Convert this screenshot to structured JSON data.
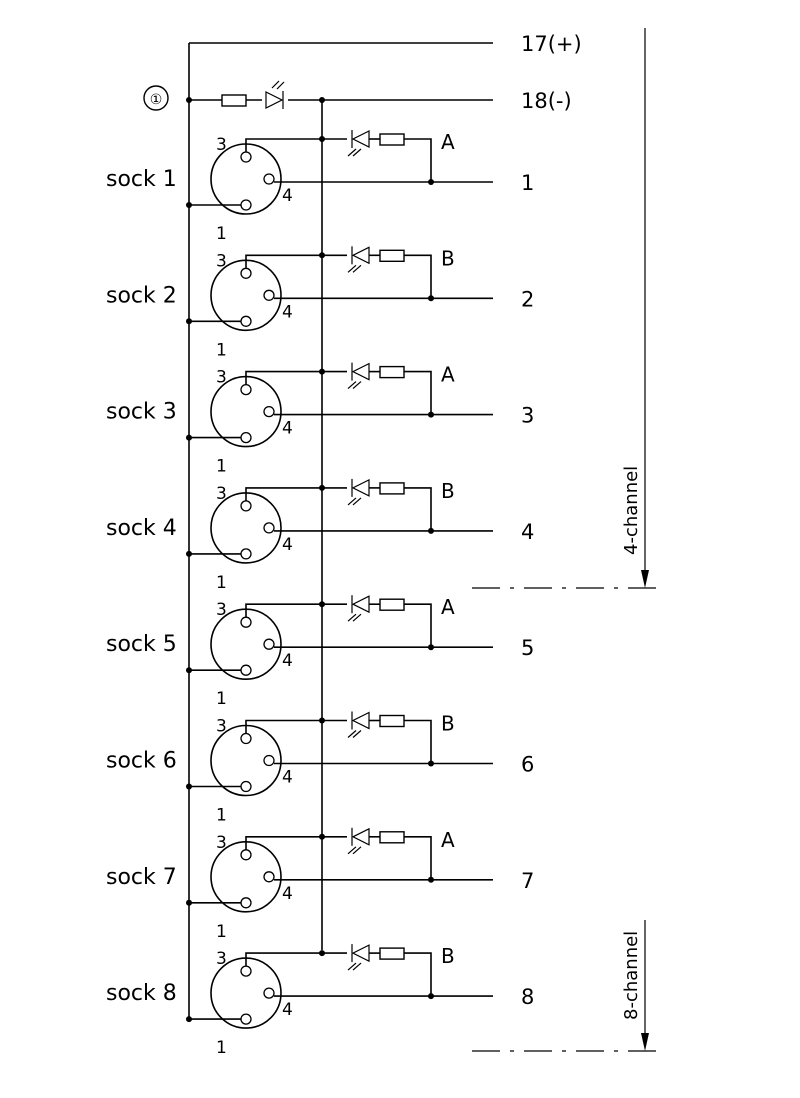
{
  "top_terminals": [
    {
      "label": "17(+)"
    },
    {
      "label": "18(-)"
    }
  ],
  "indicator_marker": "①",
  "sockets": [
    {
      "name": "sock 1",
      "pin_top": "3",
      "pin_right": "4",
      "pin_bottom": "1",
      "group": "A",
      "terminal": "1"
    },
    {
      "name": "sock 2",
      "pin_top": "3",
      "pin_right": "4",
      "pin_bottom": "1",
      "group": "B",
      "terminal": "2"
    },
    {
      "name": "sock 3",
      "pin_top": "3",
      "pin_right": "4",
      "pin_bottom": "1",
      "group": "A",
      "terminal": "3"
    },
    {
      "name": "sock 4",
      "pin_top": "3",
      "pin_right": "4",
      "pin_bottom": "1",
      "group": "B",
      "terminal": "4"
    },
    {
      "name": "sock 5",
      "pin_top": "3",
      "pin_right": "4",
      "pin_bottom": "1",
      "group": "A",
      "terminal": "5"
    },
    {
      "name": "sock 6",
      "pin_top": "3",
      "pin_right": "4",
      "pin_bottom": "1",
      "group": "B",
      "terminal": "6"
    },
    {
      "name": "sock 7",
      "pin_top": "3",
      "pin_right": "4",
      "pin_bottom": "1",
      "group": "A",
      "terminal": "7"
    },
    {
      "name": "sock 8",
      "pin_top": "3",
      "pin_right": "4",
      "pin_bottom": "1",
      "group": "B",
      "terminal": "8"
    }
  ],
  "channel_labels": [
    "4-channel",
    "8-channel"
  ]
}
